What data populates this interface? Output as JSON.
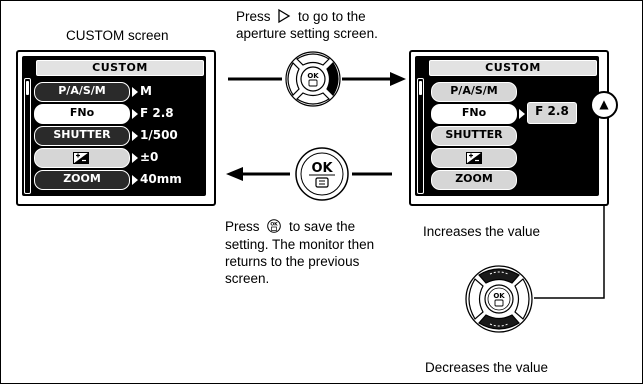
{
  "left_caption": "CUSTOM screen",
  "left_screen": {
    "title": "CUSTOM",
    "rows": [
      {
        "label": "P/A/S/M",
        "value": "M"
      },
      {
        "label": "FNo",
        "value": "F 2.8"
      },
      {
        "label": "SHUTTER",
        "value": "1/500"
      },
      {
        "label": "",
        "icon": "exposure-compensation-icon",
        "value": "±0"
      },
      {
        "label": "ZOOM",
        "value": "40mm"
      }
    ]
  },
  "right_screen": {
    "title": "CUSTOM",
    "rows": [
      {
        "label": "P/A/S/M"
      },
      {
        "label": "FNo"
      },
      {
        "label": "SHUTTER"
      },
      {
        "label": "",
        "icon": "exposure-compensation-icon"
      },
      {
        "label": "ZOOM"
      }
    ],
    "selected_value": "F 2.8",
    "up_indicator": "▲"
  },
  "top_instruction": {
    "line1_a": "Press",
    "line1_b": "to go to the",
    "line2": "aperture setting screen."
  },
  "bottom_instruction": {
    "line1_a": "Press",
    "line1_b": "to save the",
    "line2": "setting. The monitor then",
    "line3": "returns to the previous",
    "line4": "screen."
  },
  "ok_button_label": "OK",
  "increases_label": "Increases the value",
  "decreases_label": "Decreases the value",
  "colors": {
    "screen": "#000000",
    "pill": "#d6d6d6",
    "line": "#000000"
  }
}
